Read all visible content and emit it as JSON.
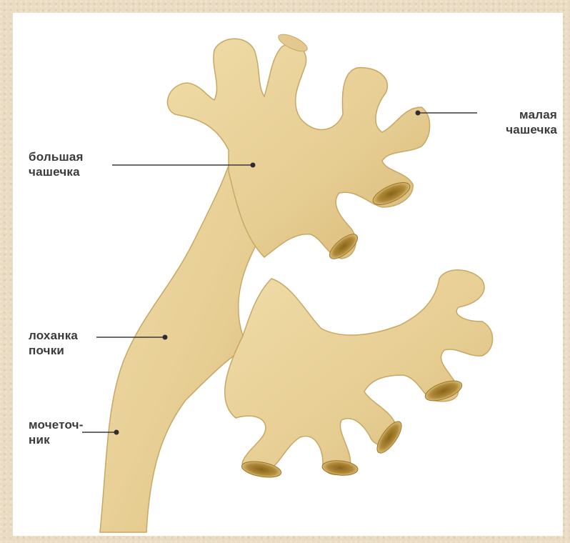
{
  "labels": {
    "minor_calyx": {
      "line1": "малая",
      "line2": "чашечка"
    },
    "major_calyx": {
      "line1": "большая",
      "line2": "чашечка"
    },
    "renal_pelvis": {
      "line1": "лоханка",
      "line2": "почки"
    },
    "ureter": {
      "line1": "мочеточ-",
      "line2": "ник"
    }
  },
  "colors": {
    "organ_fill": "#e6cf95",
    "organ_shadow": "#caa964",
    "calyx_opening": "#a77e2a",
    "background": "#ffffff",
    "border": "#eadcc3"
  }
}
